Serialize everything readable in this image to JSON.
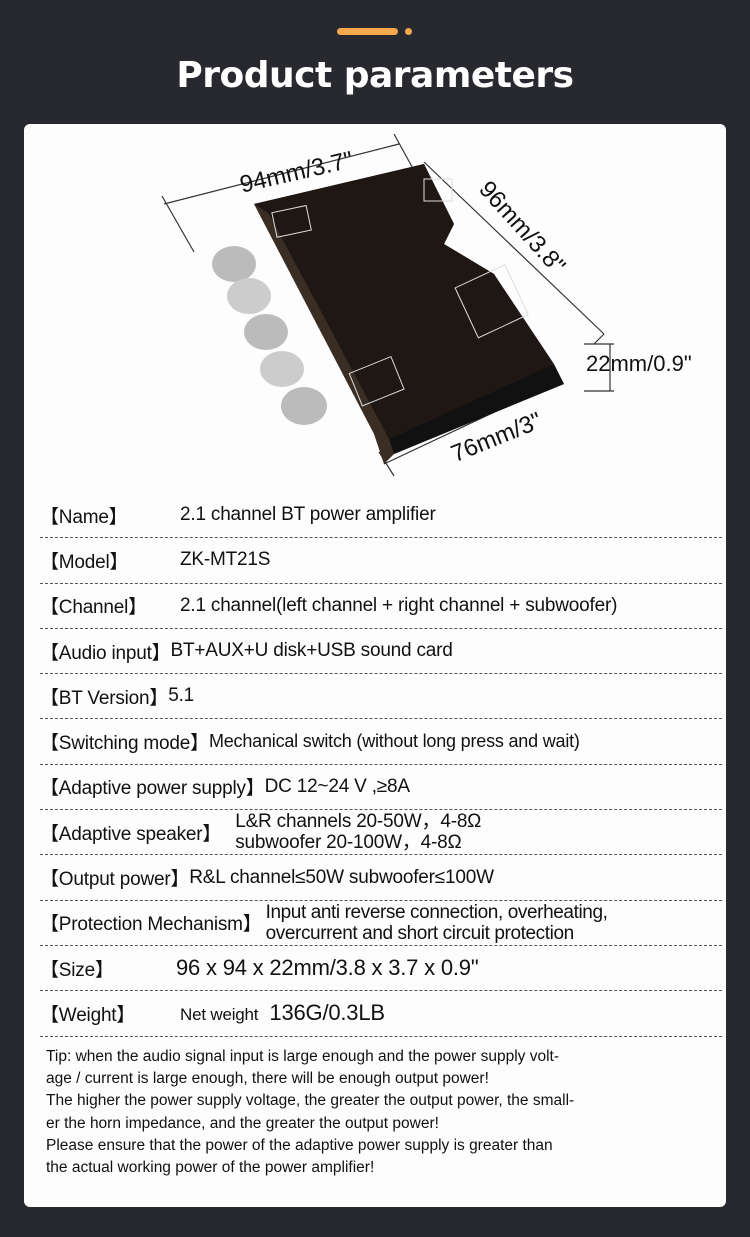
{
  "header": {
    "title": "Product parameters"
  },
  "product_image": {
    "width_label": "94mm/3.7\"",
    "length_label": "96mm/3.8\"",
    "height_label": "22mm/0.9\"",
    "depth_label": "76mm/3\""
  },
  "specs": [
    {
      "label": "【Name】",
      "value": "2.1 channel BT power amplifier"
    },
    {
      "label": "【Model】",
      "value": "ZK-MT21S"
    },
    {
      "label": "【Channel】",
      "value": "2.1 channel(left channel + right channel + subwoofer)"
    },
    {
      "label": "【Audio input】",
      "value": "BT+AUX+U disk+USB sound card"
    },
    {
      "label": "【BT Version】",
      "value": "5.1"
    },
    {
      "label": "【Switching mode】",
      "value": "Mechanical switch (without long press and wait)"
    },
    {
      "label": "【Adaptive power supply】",
      "value": "DC 12~24 V ,≥8A"
    },
    {
      "label": "【Adaptive speaker】",
      "value": "L&R channels 20-50W，4-8Ω",
      "value2": "subwoofer 20-100W，4-8Ω"
    },
    {
      "label": "【Output power】",
      "value": "R&L channel≤50W  subwoofer≤100W"
    },
    {
      "label": "【Protection Mechanism】",
      "value": "Input anti reverse connection, overheating,",
      "value2": "overcurrent and short circuit protection"
    },
    {
      "label": "【Size】",
      "value": "96 x 94 x 22mm/3.8 x 3.7 x 0.9\""
    },
    {
      "label": "【Weight】",
      "value_prefix": "Net weight",
      "value": "136G/0.3LB"
    }
  ],
  "tip": [
    "Tip: when the audio signal input is large enough and the power supply volt-",
    "age / current is large enough, there will be enough output power!",
    "The higher the power supply voltage, the greater the output power, the small-",
    "er the horn impedance, and the greater the output power!",
    "Please ensure that the power of the adaptive power supply is greater than",
    "the actual working power of the power amplifier!"
  ]
}
